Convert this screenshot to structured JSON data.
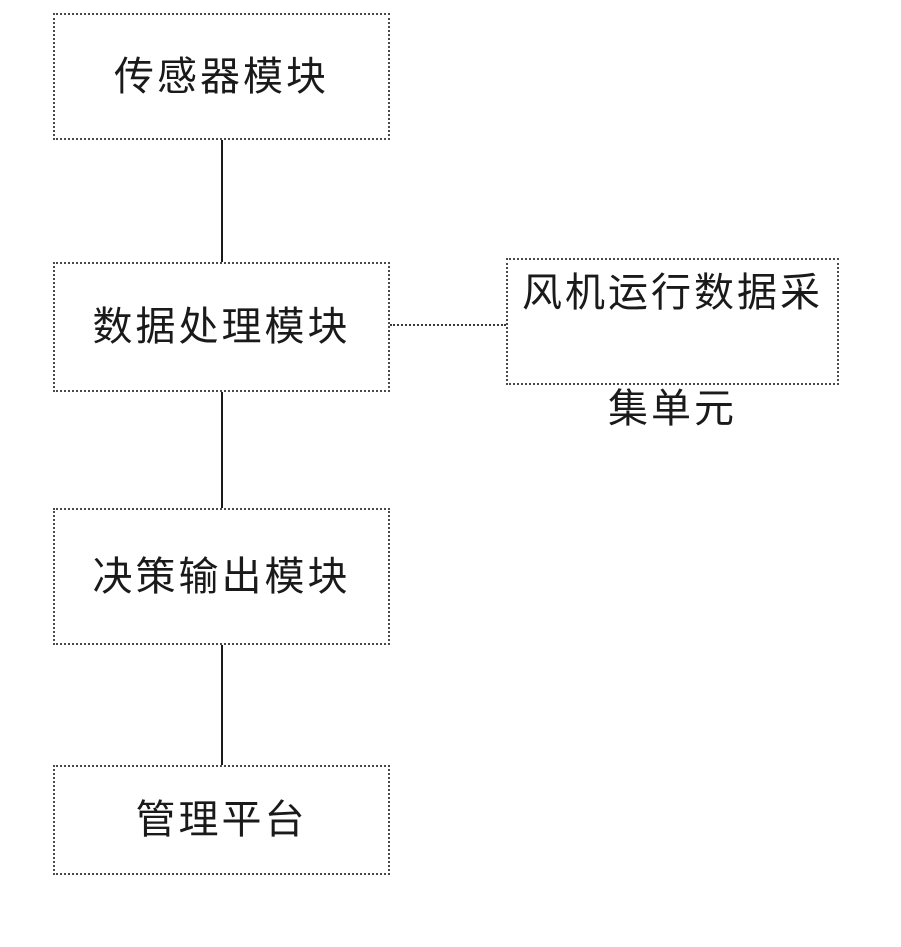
{
  "diagram": {
    "type": "flowchart",
    "background_color": "#ffffff",
    "box_border_color": "#4a4a4a",
    "connector_color": "#1a1a1a",
    "text_color": "#1a1a1a",
    "boxes": [
      {
        "id": "sensor-module",
        "label": "传感器模块"
      },
      {
        "id": "data-processing-module",
        "label": "数据处理模块"
      },
      {
        "id": "fan-data-collection-unit",
        "label": "风机运行数据采集单元",
        "line1": "风机运行数据采",
        "line2": "集单元"
      },
      {
        "id": "decision-output-module",
        "label": "决策输出模块"
      },
      {
        "id": "management-platform",
        "label": "管理平台"
      }
    ],
    "connections": [
      {
        "from": "sensor-module",
        "to": "data-processing-module",
        "style": "solid-vertical"
      },
      {
        "from": "data-processing-module",
        "to": "fan-data-collection-unit",
        "style": "dotted-horizontal"
      },
      {
        "from": "data-processing-module",
        "to": "decision-output-module",
        "style": "solid-vertical"
      },
      {
        "from": "decision-output-module",
        "to": "management-platform",
        "style": "solid-vertical"
      }
    ]
  }
}
